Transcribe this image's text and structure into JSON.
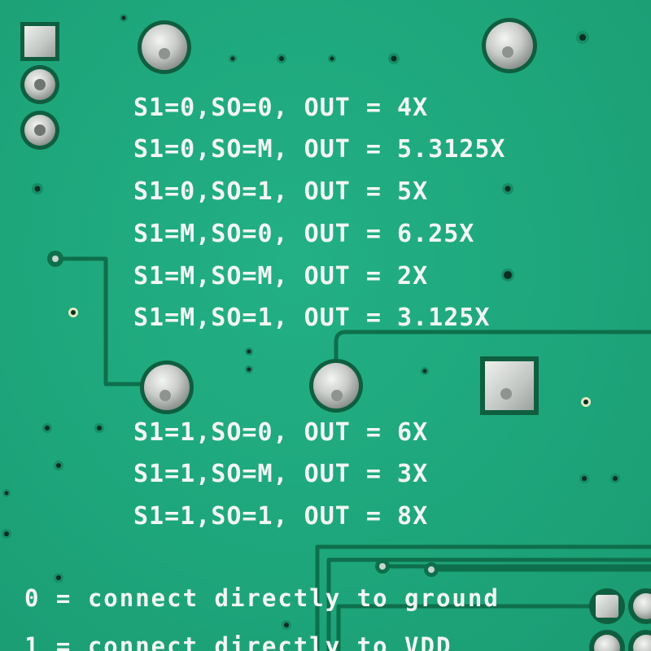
{
  "silkscreen": {
    "config_lines": [
      "S1=0,SO=0, OUT = 4X",
      "S1=0,SO=M, OUT = 5.3125X",
      "S1=0,SO=1, OUT = 5X",
      "S1=M,SO=0, OUT = 6.25X",
      "S1=M,SO=M, OUT = 2X",
      "S1=M,SO=1, OUT = 3.125X",
      "S1=1,SO=0, OUT = 6X",
      "S1=1,SO=M, OUT = 3X",
      "S1=1,SO=1, OUT = 8X"
    ],
    "legend_lines": [
      "0 = connect directly to ground",
      "1 = connect directly to VDD"
    ]
  },
  "colors": {
    "board": "#1fa77e",
    "trace": "#0d6b4a",
    "silkscreen": "#f2f6f3",
    "pad_metal": "#c9ccc9",
    "via_hole": "#0a2e22"
  }
}
